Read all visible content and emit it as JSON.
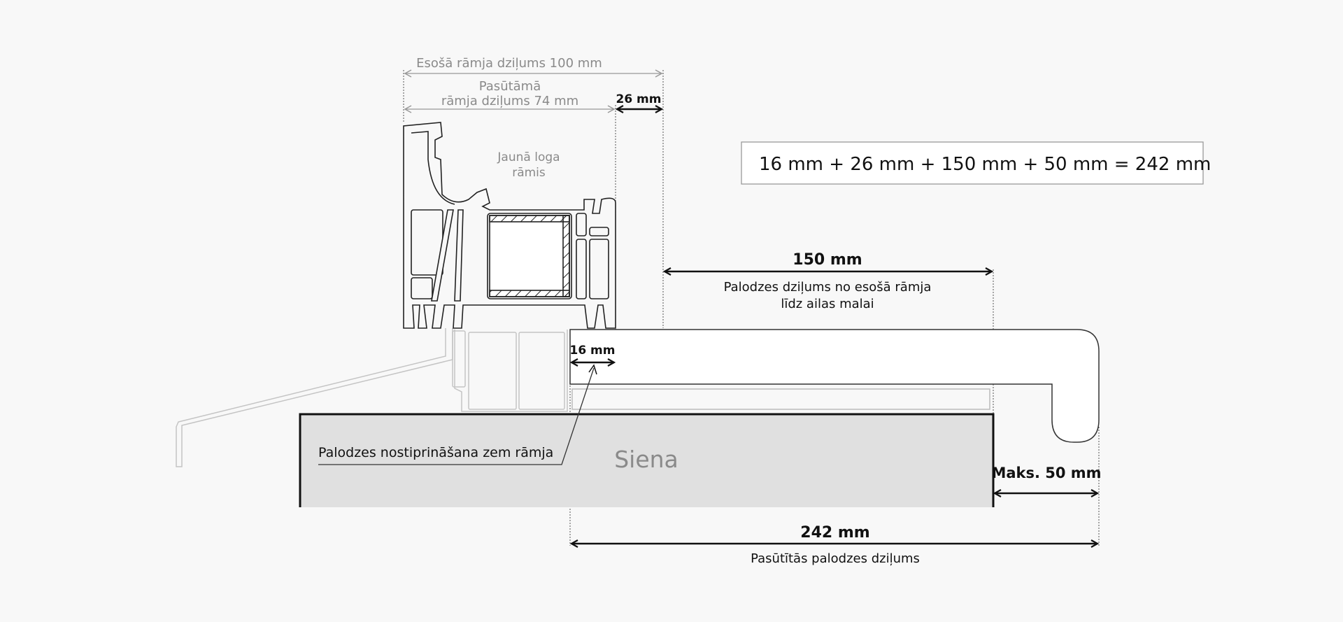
{
  "dimensions": {
    "existing_frame": "Esošā rāmja dziļums 100 mm",
    "ordered_frame_line1": "Pasūtāmā",
    "ordered_frame_line2": "rāmja dziļums 74 mm",
    "gap": "26 mm",
    "sill_depth_value": "150 mm",
    "sill_depth_line1": "Palodzes dziļums no esošā rāmja",
    "sill_depth_line2": "līdz ailas malai",
    "under_frame": "16 mm",
    "overhang": "Maks. 50 mm",
    "total_value": "242 mm",
    "total_label": "Pasūtītās palodzes dziļums"
  },
  "labels": {
    "new_frame_line1": "Jaunā loga",
    "new_frame_line2": "rāmis",
    "mounting": "Palodzes nostiprināšana zem rāmja",
    "wall": "Siena"
  },
  "formula": "16 mm + 26 mm + 150 mm + 50 mm = 242 mm",
  "colors": {
    "wall_fill": "#e0e0e0",
    "background": "#f8f8f8",
    "line": "#111111",
    "muted": "#8a8a8a"
  }
}
